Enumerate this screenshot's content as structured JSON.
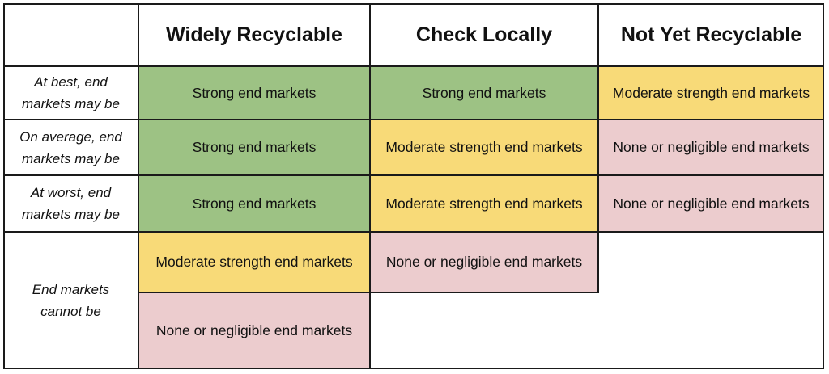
{
  "table": {
    "columns": [
      "Widely Recyclable",
      "Check Locally",
      "Not Yet Recyclable"
    ],
    "rows": [
      {
        "label": "At best, end markets may be",
        "cells": [
          "Strong end markets",
          "Strong end markets",
          "Moderate strength end markets"
        ]
      },
      {
        "label": "On average, end markets may be",
        "cells": [
          "Strong end markets",
          "Moderate strength end markets",
          "None or negligible end markets"
        ]
      },
      {
        "label": "At worst, end markets may be",
        "cells": [
          "Strong end markets",
          "Moderate strength end markets",
          "None or negligible end markets"
        ]
      },
      {
        "label": "End markets cannot be",
        "cells_top": [
          "Moderate strength end markets",
          "None or negligible end markets"
        ],
        "cells_bottom": [
          "None or negligible end markets"
        ]
      }
    ],
    "colors": {
      "strong": "#9dc284",
      "moderate": "#f8da78",
      "none": "#ecccce",
      "border": "#1a1a1a"
    }
  }
}
